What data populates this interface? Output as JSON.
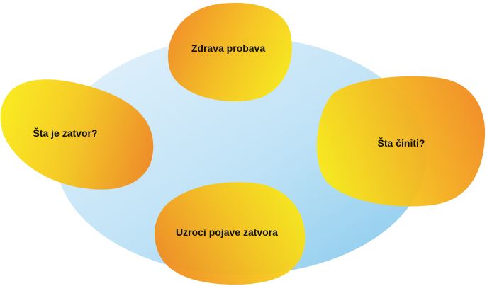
{
  "diagram": {
    "nodes": [
      {
        "id": "top",
        "label": "Zdrava probava"
      },
      {
        "id": "left",
        "label": "Šta je zatvor?"
      },
      {
        "id": "right",
        "label": "Šta činiti?"
      },
      {
        "id": "bottom",
        "label": "Uzroci pojave zatvora"
      }
    ],
    "colors": {
      "hub_light": "#dff0fb",
      "hub_dark": "#8fcdee",
      "blob_orange": "#f08c1e",
      "blob_yellow": "#f8e618"
    }
  }
}
